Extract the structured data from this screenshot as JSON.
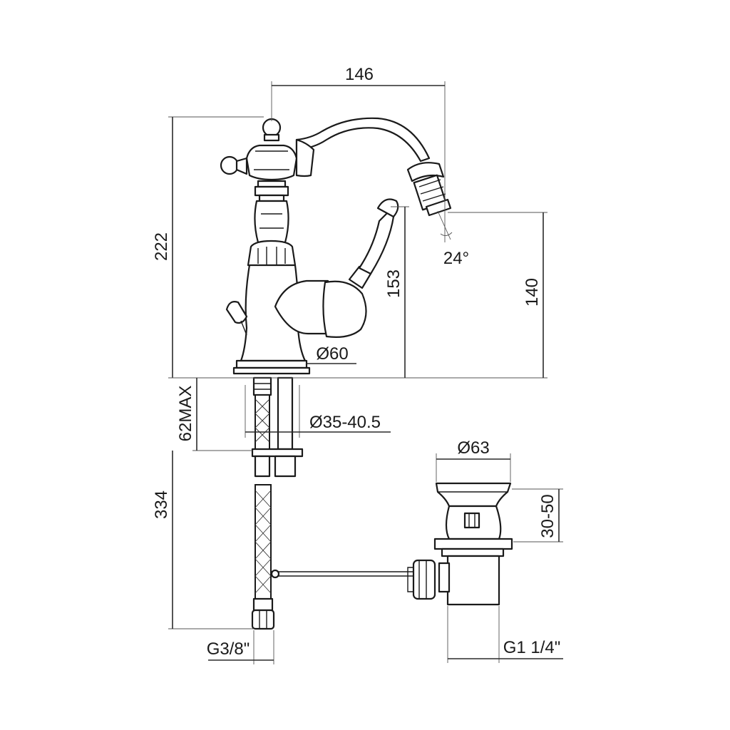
{
  "dimensions": {
    "width_top": "146",
    "height_total": "222",
    "handle_height": "153",
    "spout_height": "140",
    "spout_angle": "24°",
    "base_diameter": "Ø60",
    "mount_thickness": "62MAX",
    "hole_diameter": "Ø35-40.5",
    "hose_length": "334",
    "hose_thread": "G3/8\"",
    "waste_diameter": "Ø63",
    "waste_height": "30-50",
    "waste_thread": "G1 1/4\""
  }
}
